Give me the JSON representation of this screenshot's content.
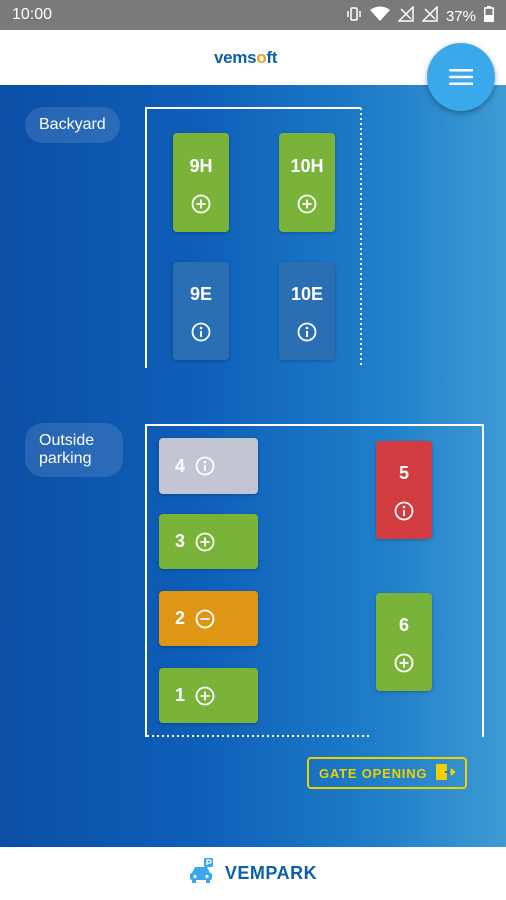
{
  "status_bar": {
    "time": "10:00",
    "battery": "37%"
  },
  "header": {
    "logo_prefix": "vems",
    "logo_o": "o",
    "logo_suffix": "ft"
  },
  "colors": {
    "available": "#7ab33a",
    "info": "#2a6fb4",
    "disabled": "#c3c6d2",
    "occupied": "#d23b3f",
    "reserved": "#df9614",
    "gate": "#f0d000",
    "brand": "#0d5fa8"
  },
  "sections": [
    {
      "label": "Backyard",
      "spots": [
        {
          "label": "9H",
          "status": "available",
          "icon": "plus-circle-icon"
        },
        {
          "label": "10H",
          "status": "available",
          "icon": "plus-circle-icon"
        },
        {
          "label": "9E",
          "status": "info",
          "icon": "info-circle-icon"
        },
        {
          "label": "10E",
          "status": "info",
          "icon": "info-circle-icon"
        }
      ]
    },
    {
      "label": "Outside parking",
      "spots": [
        {
          "label": "4",
          "status": "disabled",
          "icon": "info-circle-icon"
        },
        {
          "label": "3",
          "status": "available",
          "icon": "plus-circle-icon"
        },
        {
          "label": "2",
          "status": "reserved",
          "icon": "minus-circle-icon"
        },
        {
          "label": "1",
          "status": "available",
          "icon": "plus-circle-icon"
        },
        {
          "label": "5",
          "status": "occupied",
          "icon": "info-circle-icon"
        },
        {
          "label": "6",
          "status": "available",
          "icon": "plus-circle-icon"
        }
      ]
    }
  ],
  "gate_button": {
    "label": "GATE OPENING",
    "icon": "exit-door-icon"
  },
  "footer": {
    "brand": "VEMPARK",
    "icon": "car-parking-icon"
  }
}
